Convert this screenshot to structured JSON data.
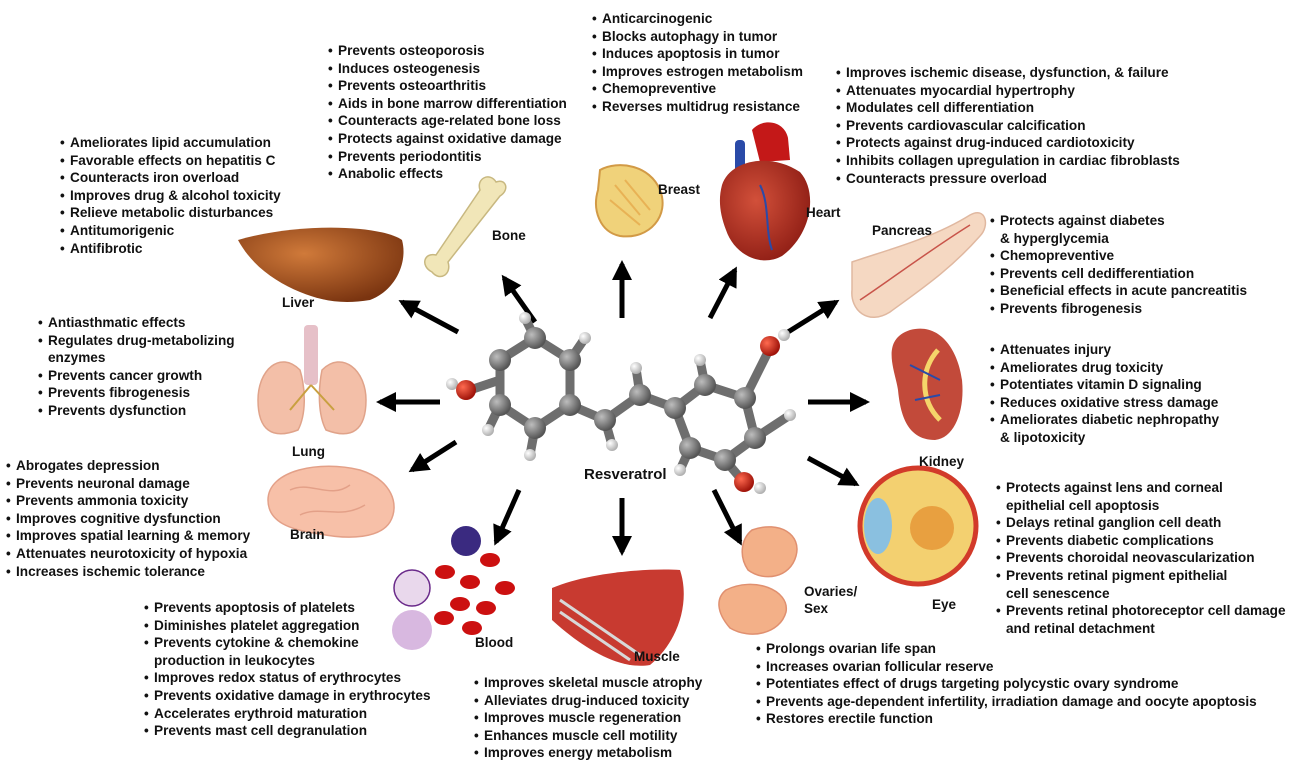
{
  "center": {
    "label": "Resveratrol"
  },
  "organs": {
    "liver": {
      "label": "Liver",
      "effects": [
        "Ameliorates lipid accumulation",
        "Favorable effects on hepatitis C",
        "Counteracts iron overload",
        "Improves drug & alcohol toxicity",
        "Relieve metabolic disturbances",
        "Antitumorigenic",
        "Antifibrotic"
      ]
    },
    "bone": {
      "label": "Bone",
      "effects": [
        "Prevents osteoporosis",
        "Induces osteogenesis",
        "Prevents osteoarthritis",
        "Aids in bone marrow differentiation",
        "Counteracts age-related bone loss",
        "Protects against oxidative damage",
        "Prevents periodontitis",
        "Anabolic effects"
      ]
    },
    "breast": {
      "label": "Breast",
      "effects": [
        "Anticarcinogenic",
        "Blocks autophagy in tumor",
        "Induces apoptosis in tumor",
        "Improves estrogen metabolism",
        "Chemopreventive",
        "Reverses multidrug resistance"
      ]
    },
    "heart": {
      "label": "Heart",
      "effects": [
        "Improves ischemic disease, dysfunction, & failure",
        "Attenuates myocardial hypertrophy",
        "Modulates cell differentiation",
        "Prevents cardiovascular calcification",
        "Protects against drug-induced cardiotoxicity",
        "Inhibits collagen upregulation in cardiac fibroblasts",
        "Counteracts pressure overload"
      ]
    },
    "pancreas": {
      "label": "Pancreas",
      "effects": [
        "Protects against diabetes",
        "& hyperglycemia",
        "Chemopreventive",
        "Prevents cell dedifferentiation",
        "Beneficial effects in acute pancreatitis",
        "Prevents fibrogenesis"
      ]
    },
    "lung": {
      "label": "Lung",
      "effects": [
        "Antiasthmatic effects",
        "Regulates drug-metabolizing",
        "enzymes",
        "Prevents cancer growth",
        "Prevents fibrogenesis",
        "Prevents dysfunction"
      ]
    },
    "kidney": {
      "label": "Kidney",
      "effects": [
        "Attenuates injury",
        "Ameliorates drug toxicity",
        "Potentiates vitamin D signaling",
        "Reduces oxidative stress damage",
        "Ameliorates diabetic nephropathy",
        "& lipotoxicity"
      ]
    },
    "brain": {
      "label": "Brain",
      "effects": [
        "Abrogates depression",
        "Prevents neuronal damage",
        "Prevents ammonia toxicity",
        "Improves cognitive dysfunction",
        "Improves spatial learning & memory",
        "Attenuates neurotoxicity of hypoxia",
        "Increases ischemic tolerance"
      ]
    },
    "eye": {
      "label": "Eye",
      "effects": [
        "Protects against lens and corneal",
        "epithelial cell apoptosis",
        "Delays retinal ganglion cell death",
        "Prevents diabetic complications",
        "Prevents choroidal neovascularization",
        "Prevents retinal pigment epithelial",
        "cell senescence",
        "Prevents retinal photoreceptor cell damage",
        "and retinal detachment"
      ]
    },
    "blood": {
      "label": "Blood",
      "effects": [
        "Prevents apoptosis of platelets",
        "Diminishes platelet aggregation",
        "Prevents cytokine & chemokine",
        "production in leukocytes",
        "Improves redox status of erythrocytes",
        "Prevents oxidative damage in erythrocytes",
        "Accelerates erythroid maturation",
        "Prevents mast cell degranulation"
      ]
    },
    "muscle": {
      "label": "Muscle",
      "effects": [
        "Improves skeletal muscle atrophy",
        "Alleviates drug-induced toxicity",
        "Improves muscle regeneration",
        "Enhances muscle cell motility",
        "Improves energy metabolism"
      ]
    },
    "ovaries": {
      "label_line1": "Ovaries/",
      "label_line2": "Sex",
      "effects": [
        "Prolongs ovarian life span",
        "Increases ovarian follicular reserve",
        "Potentiates effect of drugs targeting polycystic ovary syndrome",
        "Prevents age-dependent infertility, irradiation damage and oocyte apoptosis",
        "Restores erectile function"
      ]
    }
  },
  "colors": {
    "carbon": "#777777",
    "oxygen": "#d42a1a",
    "hydrogen": "#e8e8e8",
    "arrow": "#000000"
  }
}
